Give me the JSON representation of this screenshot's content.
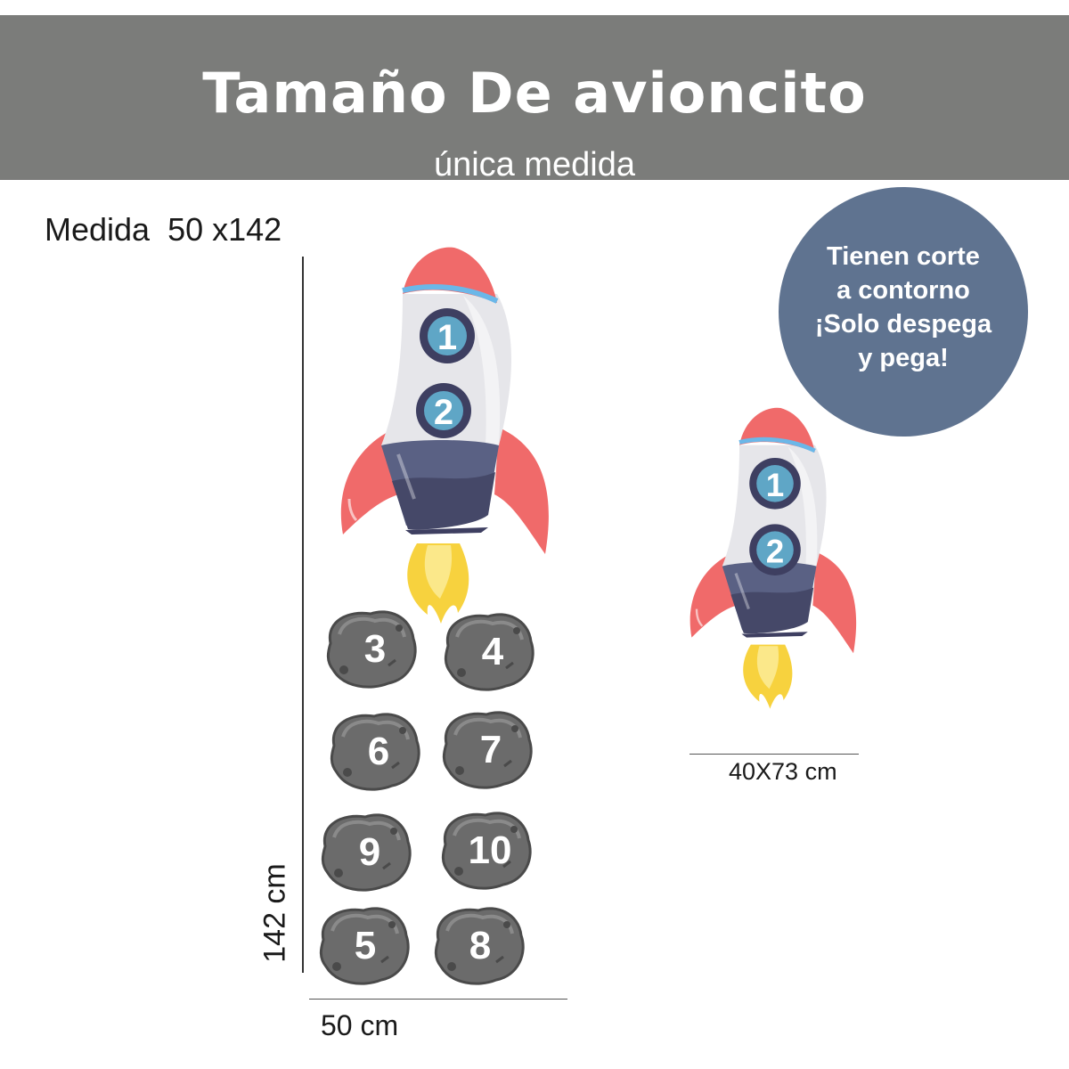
{
  "header": {
    "title": "Tamaño De avioncito",
    "subtitle": "única medida"
  },
  "measure": {
    "label": "Medida  50 x142",
    "height_label": "142 cm",
    "width_label": "50 cm"
  },
  "small_rocket": {
    "size_label": "40X73 cm"
  },
  "badge": {
    "line1": "Tienen corte",
    "line2": "a contorno",
    "line3": "¡Solo despega",
    "line4": "y pega!"
  },
  "big_rocket": {
    "window_numbers": [
      "1",
      "2"
    ]
  },
  "asteroids": [
    "3",
    "4",
    "6",
    "7",
    "9",
    "10",
    "5",
    "8"
  ],
  "small_rocket_windows": [
    "1",
    "2"
  ],
  "colors": {
    "banner": "#7b7c7a",
    "badge": "#5f7390",
    "rocket_red": "#f06a6a",
    "rocket_body": "#e6e6ea",
    "rocket_base": "#4a4e72",
    "window_ring": "#3e3f61",
    "window_glass": "#5fa6c6",
    "flame": "#f7d23e",
    "asteroid": "#6b6b6b"
  }
}
